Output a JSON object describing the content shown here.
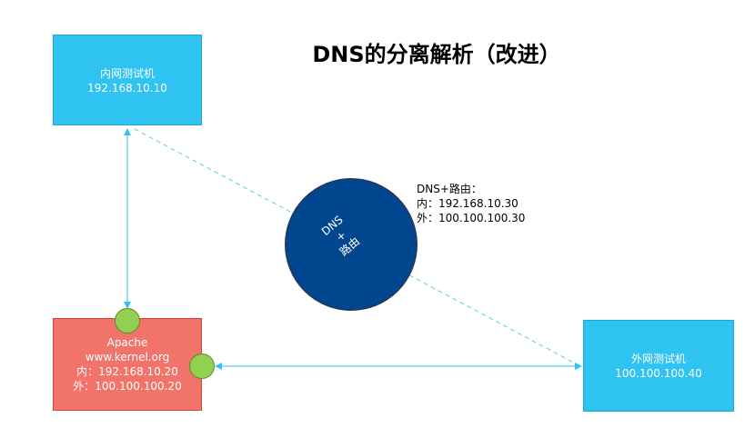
{
  "title": "DNS的分离解析（改进）",
  "nodes": {
    "inner_client": {
      "name": "内网测试机",
      "ip": "192.168.10.10"
    },
    "outer_client": {
      "name": "外网测试机",
      "ip": "100.100.100.40"
    },
    "apache": {
      "name": "Apache",
      "domain": "www.kernel.org",
      "inner_ip": "内：192.168.10.20",
      "outer_ip": "外：100.100.100.20"
    },
    "dns": {
      "line1": "DNS",
      "line2": "+",
      "line3": "路由"
    }
  },
  "dns_info": {
    "title": "DNS+路由：",
    "inner_ip": "内：192.168.10.30",
    "outer_ip": "外：100.100.100.30"
  },
  "colors": {
    "client_fill": "#2ec3f1",
    "server_fill": "#f2736a",
    "dns_fill": "#00478f",
    "port_fill": "#92d050",
    "link_color": "#2ec3f1",
    "dashed_color": "#5fd0c8"
  }
}
